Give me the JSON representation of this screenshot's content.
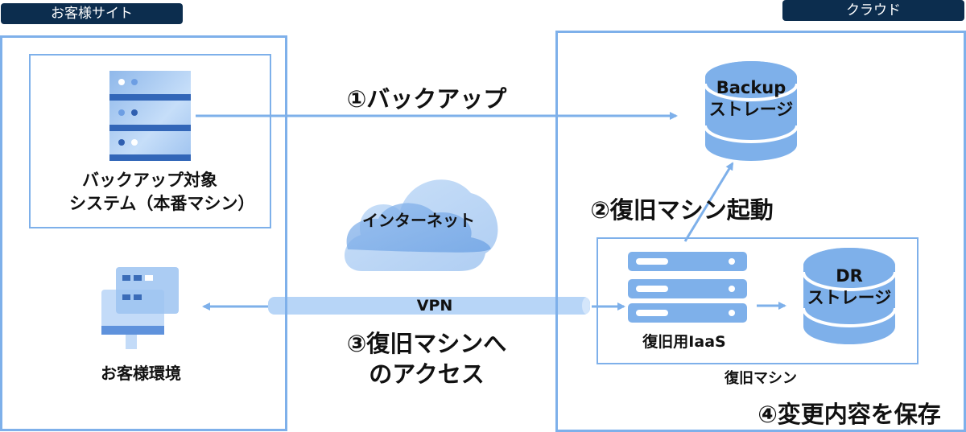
{
  "colors": {
    "header_bg": "#0c2d4e",
    "frame": "#7eb0ea",
    "icon_blue": "#7eb0ea",
    "icon_dark": "#3a70c4",
    "tube": "#b7d5f7"
  },
  "customer_site": {
    "title": "お客様サイト",
    "production_system": {
      "icon": "server-rack-icon",
      "label_line1": "バックアップ対象",
      "label_line2": "システム（本番マシン）"
    },
    "customer_env": {
      "icon": "desktop-monitor-icon",
      "label": "お客様環境"
    }
  },
  "internet": {
    "icon": "cloud-icon",
    "label": "インターネット"
  },
  "cloud": {
    "title": "クラウド",
    "backup_storage": {
      "icon": "database-icon",
      "label_line1": "Backup",
      "label_line2": "ストレージ"
    },
    "recovery_machine": {
      "label": "復旧マシン",
      "iaas": {
        "icon": "server-icon",
        "label": "復旧用IaaS"
      },
      "dr_storage": {
        "icon": "database-icon",
        "label_line1": "DR",
        "label_line2": "ストレージ"
      }
    }
  },
  "steps": {
    "step1": "①バックアップ",
    "step2": "②復旧マシン起動",
    "step3_line1": "③復旧マシンへ",
    "step3_line2": "のアクセス",
    "step4": "④変更内容を保存"
  },
  "vpn": {
    "label": "VPN"
  }
}
